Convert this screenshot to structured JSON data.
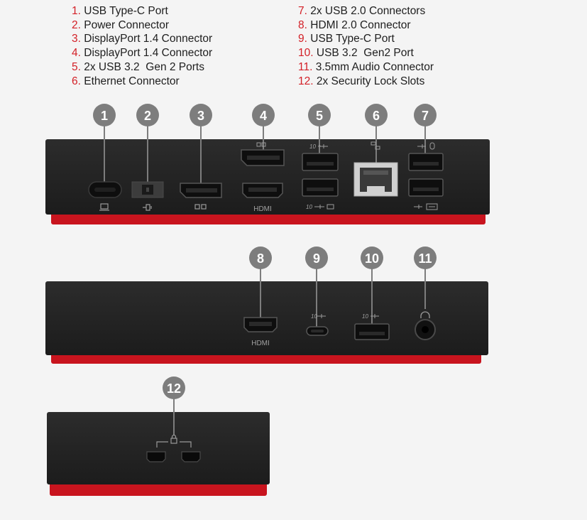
{
  "colors": {
    "accent": "#d32027",
    "dock_body": "#222222",
    "dock_base": "#c8141e",
    "callout_circle": "#7d7d7d",
    "callout_text": "#ffffff",
    "ethernet_port": "#d0d0d0"
  },
  "legend_left": [
    {
      "num": "1.",
      "label": "USB Type-C Port"
    },
    {
      "num": "2.",
      "label": "Power Connector"
    },
    {
      "num": "3.",
      "label": "DisplayPort 1.4 Connector"
    },
    {
      "num": "4.",
      "label": "DisplayPort 1.4 Connector"
    },
    {
      "num": "5.",
      "label": "2x USB 3.2  Gen 2 Ports"
    },
    {
      "num": "6.",
      "label": "Ethernet Connector"
    }
  ],
  "legend_right": [
    {
      "num": "7.",
      "label": "2x USB 2.0 Connectors"
    },
    {
      "num": "8.",
      "label": "HDMI 2.0 Connector"
    },
    {
      "num": "9.",
      "label": "USB Type-C Port"
    },
    {
      "num": "10.",
      "label": "USB 3.2  Gen2 Port"
    },
    {
      "num": "11.",
      "label": "3.5mm Audio Connector"
    },
    {
      "num": "12.",
      "label": "2x Security Lock Slots"
    }
  ],
  "callouts": [
    "1",
    "2",
    "3",
    "4",
    "5",
    "6",
    "7",
    "8",
    "9",
    "10",
    "11",
    "12"
  ],
  "port_labels": {
    "hdmi_rear": "HDMI",
    "hdmi_front": "HDMI",
    "usb_speed_rear_top": "10",
    "usb_speed_rear_bottom": "10",
    "usb_speed_front_typec": "10",
    "usb_speed_front_a": "10"
  },
  "icons": [
    "laptop-icon",
    "power-plug-icon",
    "displayport-icon",
    "usb-icon",
    "network-icon",
    "mouse-icon",
    "keyboard-icon",
    "headphone-icon",
    "lock-icon"
  ]
}
